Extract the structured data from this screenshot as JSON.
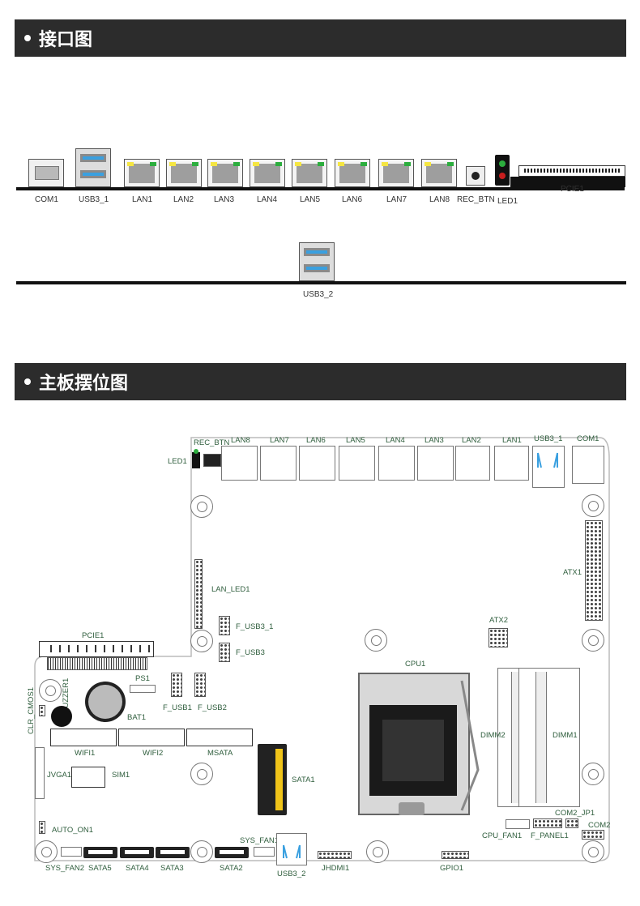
{
  "sections": {
    "interface_title": "接口图",
    "layout_title": "主板摆位图"
  },
  "io_panel": {
    "labels": {
      "com1": "COM1",
      "usb3_1": "USB3_1",
      "lan1": "LAN1",
      "lan2": "LAN2",
      "lan3": "LAN3",
      "lan4": "LAN4",
      "lan5": "LAN5",
      "lan6": "LAN6",
      "lan7": "LAN7",
      "lan8": "LAN8",
      "rec_btn": "REC_BTN",
      "led1": "LED1",
      "pcie1": "PCIE1",
      "usb3_2": "USB3_2"
    }
  },
  "board": {
    "labels": {
      "rec_btn": "REC_BTN",
      "led1": "LED1",
      "lan8": "LAN8",
      "lan7": "LAN7",
      "lan6": "LAN6",
      "lan5": "LAN5",
      "lan4": "LAN4",
      "lan3": "LAN3",
      "lan2": "LAN2",
      "lan1": "LAN1",
      "usb3_1": "USB3_1",
      "com1": "COM1",
      "lan_led1": "LAN_LED1",
      "f_usb3_1": "F_USB3_1",
      "f_usb3": "F_USB3",
      "atx1": "ATX1",
      "atx2": "ATX2",
      "pcie1": "PCIE1",
      "ps1": "PS1",
      "f_usb1": "F_USB1",
      "f_usb2": "F_USB2",
      "buzzer1": "BUZZER1",
      "clr_cmos1": "CLR_CMOS1",
      "bat1": "BAT1",
      "wifi1": "WIFI1",
      "wifi2": "WIFI2",
      "msata": "MSATA",
      "jvga1": "JVGA1",
      "sim1": "SIM1",
      "sata1": "SATA1",
      "cpu1": "CPU1",
      "dimm2": "DIMM2",
      "dimm1": "DIMM1",
      "auto_on1": "AUTO_ON1",
      "sys_fan1": "SYS_FAN1",
      "sys_fan2": "SYS_FAN2",
      "sata5": "SATA5",
      "sata4": "SATA4",
      "sata3": "SATA3",
      "sata2": "SATA2",
      "usb3_2": "USB3_2",
      "jhdmi1": "JHDMI1",
      "gpio1": "GPIO1",
      "cpu_fan1": "CPU_FAN1",
      "f_panel1": "F_PANEL1",
      "com2_jp1": "COM2_JP1",
      "com2": "COM2"
    }
  },
  "colors": {
    "header_bg": "#2c2c2c",
    "label_green": "#2e5d3c",
    "usb_blue": "#3aa0e0",
    "led_green": "#2cae3e",
    "led_yellow": "#f5e642",
    "led_red": "#c81e1e"
  }
}
